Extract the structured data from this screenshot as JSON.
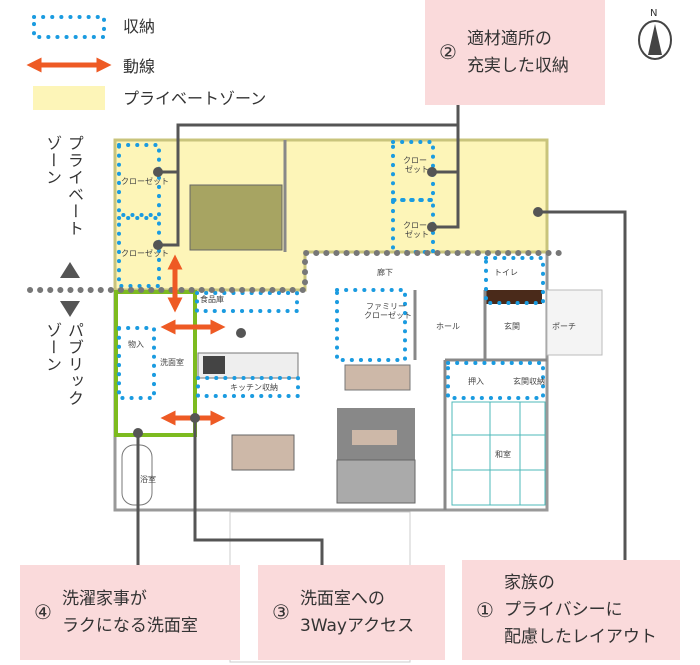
{
  "legend": {
    "storage": "収納",
    "circulation": "動線",
    "private_zone": "プライベートゾーン"
  },
  "zones": {
    "private_line1": "プライベート",
    "private_line2": "ゾーン",
    "public_line1": "パブリック",
    "public_line2": "ゾーン"
  },
  "compass": {
    "label": "N"
  },
  "callouts": [
    {
      "num": "①",
      "line1": "家族の",
      "line2": "プライバシーに",
      "line3": "配慮したレイアウト"
    },
    {
      "num": "②",
      "line1": "適材適所の",
      "line2": "充実した収納"
    },
    {
      "num": "③",
      "line1": "洗面室への",
      "line2": "3Wayアクセス"
    },
    {
      "num": "④",
      "line1": "洗濯家事が",
      "line2": "ラクになる洗面室"
    }
  ],
  "rooms": {
    "closet": "クローゼット",
    "closet_a": "クロー",
    "closet_b": "ゼット",
    "pantry": "食品庫",
    "corridor": "廊下",
    "toilet": "トイレ",
    "family_closet_a": "ファミリー",
    "family_closet_b": "クローゼット",
    "hall": "ホール",
    "entrance": "玄関",
    "porch": "ポーチ",
    "storage": "物入",
    "washroom": "洗面室",
    "kitchen_storage": "キッチン収納",
    "closet_jp": "押入",
    "entrance_storage": "玄関収納",
    "japanese_room": "和室",
    "bathroom": "浴室"
  },
  "colors": {
    "storage_dots": "#1a9be0",
    "arrow": "#ee5a24",
    "private_zone": "#fdf5b8",
    "callout_bg": "#fadadb",
    "washroom_border": "#7dbb1f"
  }
}
